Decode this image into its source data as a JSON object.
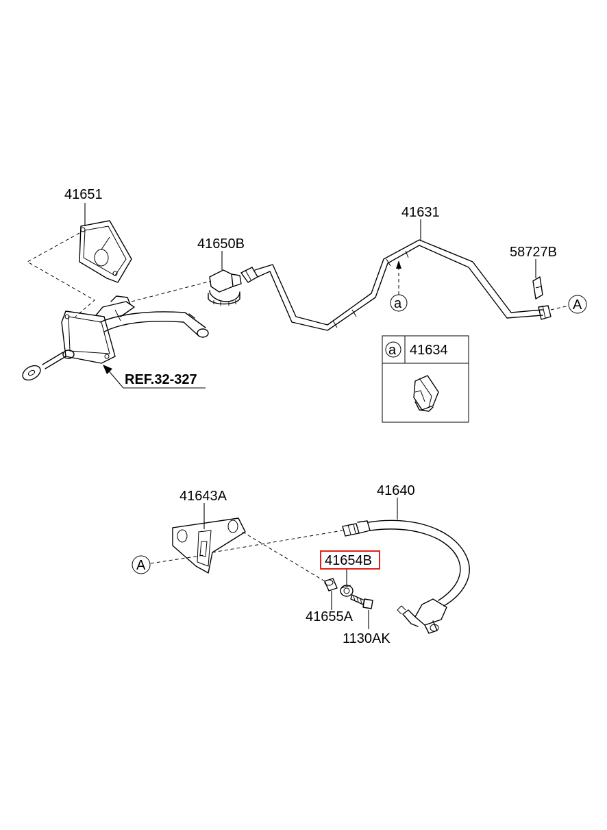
{
  "labels": {
    "p41651": "41651",
    "p41650b": "41650B",
    "p41631": "41631",
    "p58727b": "58727B",
    "ref": "REF.32-327",
    "marker_a_lower": "a",
    "marker_a_upper": "A",
    "inset_marker": "a",
    "inset_part": "41634",
    "p41643a": "41643A",
    "p41640": "41640",
    "p41654b": "41654B",
    "p41655a": "41655A",
    "p1130ak": "1130AK",
    "marker_a_upper_2": "A"
  },
  "colors": {
    "line": "#000000",
    "highlight": "#e0201b",
    "background": "#ffffff"
  }
}
